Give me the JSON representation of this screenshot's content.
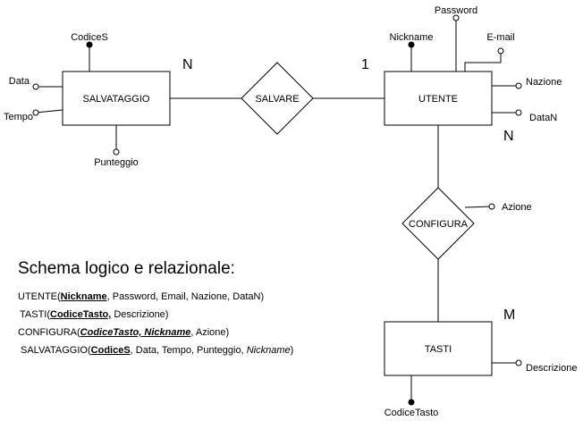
{
  "entities": {
    "salvataggio": "SALVATAGGIO",
    "utente": "UTENTE",
    "tasti": "TASTI"
  },
  "relationships": {
    "salvare": "SALVARE",
    "configura": "CONFIGURA"
  },
  "attributes": {
    "codices": "CodiceS",
    "data": "Data",
    "tempo": "Tempo",
    "punteggio": "Punteggio",
    "nickname": "Nickname",
    "password": "Password",
    "email": "E-mail",
    "nazione": "Nazione",
    "datan": "DataN",
    "azione": "Azione",
    "descrizione": "Descrizione",
    "codicetasto": "CodiceTasto"
  },
  "cardinalities": {
    "salvataggio_salvare": "N",
    "utente_salvare": "1",
    "utente_configura": "N",
    "tasti_configura": "M"
  },
  "schema": {
    "title": "Schema logico e relazionale:",
    "utente": {
      "name": "UTENTE(",
      "key": "Nickname",
      "rest": ", Password, Email, Nazione, DataN)"
    },
    "tasti": {
      "name": "TASTI(",
      "key": "CodiceTasto,",
      "rest": " Descrizione)"
    },
    "configura": {
      "name": "CONFIGURA(",
      "key": "CodiceTasto, Nickname",
      "rest": ", Azione)"
    },
    "salvataggio": {
      "name": "SALVATAGGIO(",
      "key": "CodiceS",
      "rest": ", Data, Tempo, Punteggio, ",
      "fk": "Nickname",
      "end": ")"
    }
  }
}
